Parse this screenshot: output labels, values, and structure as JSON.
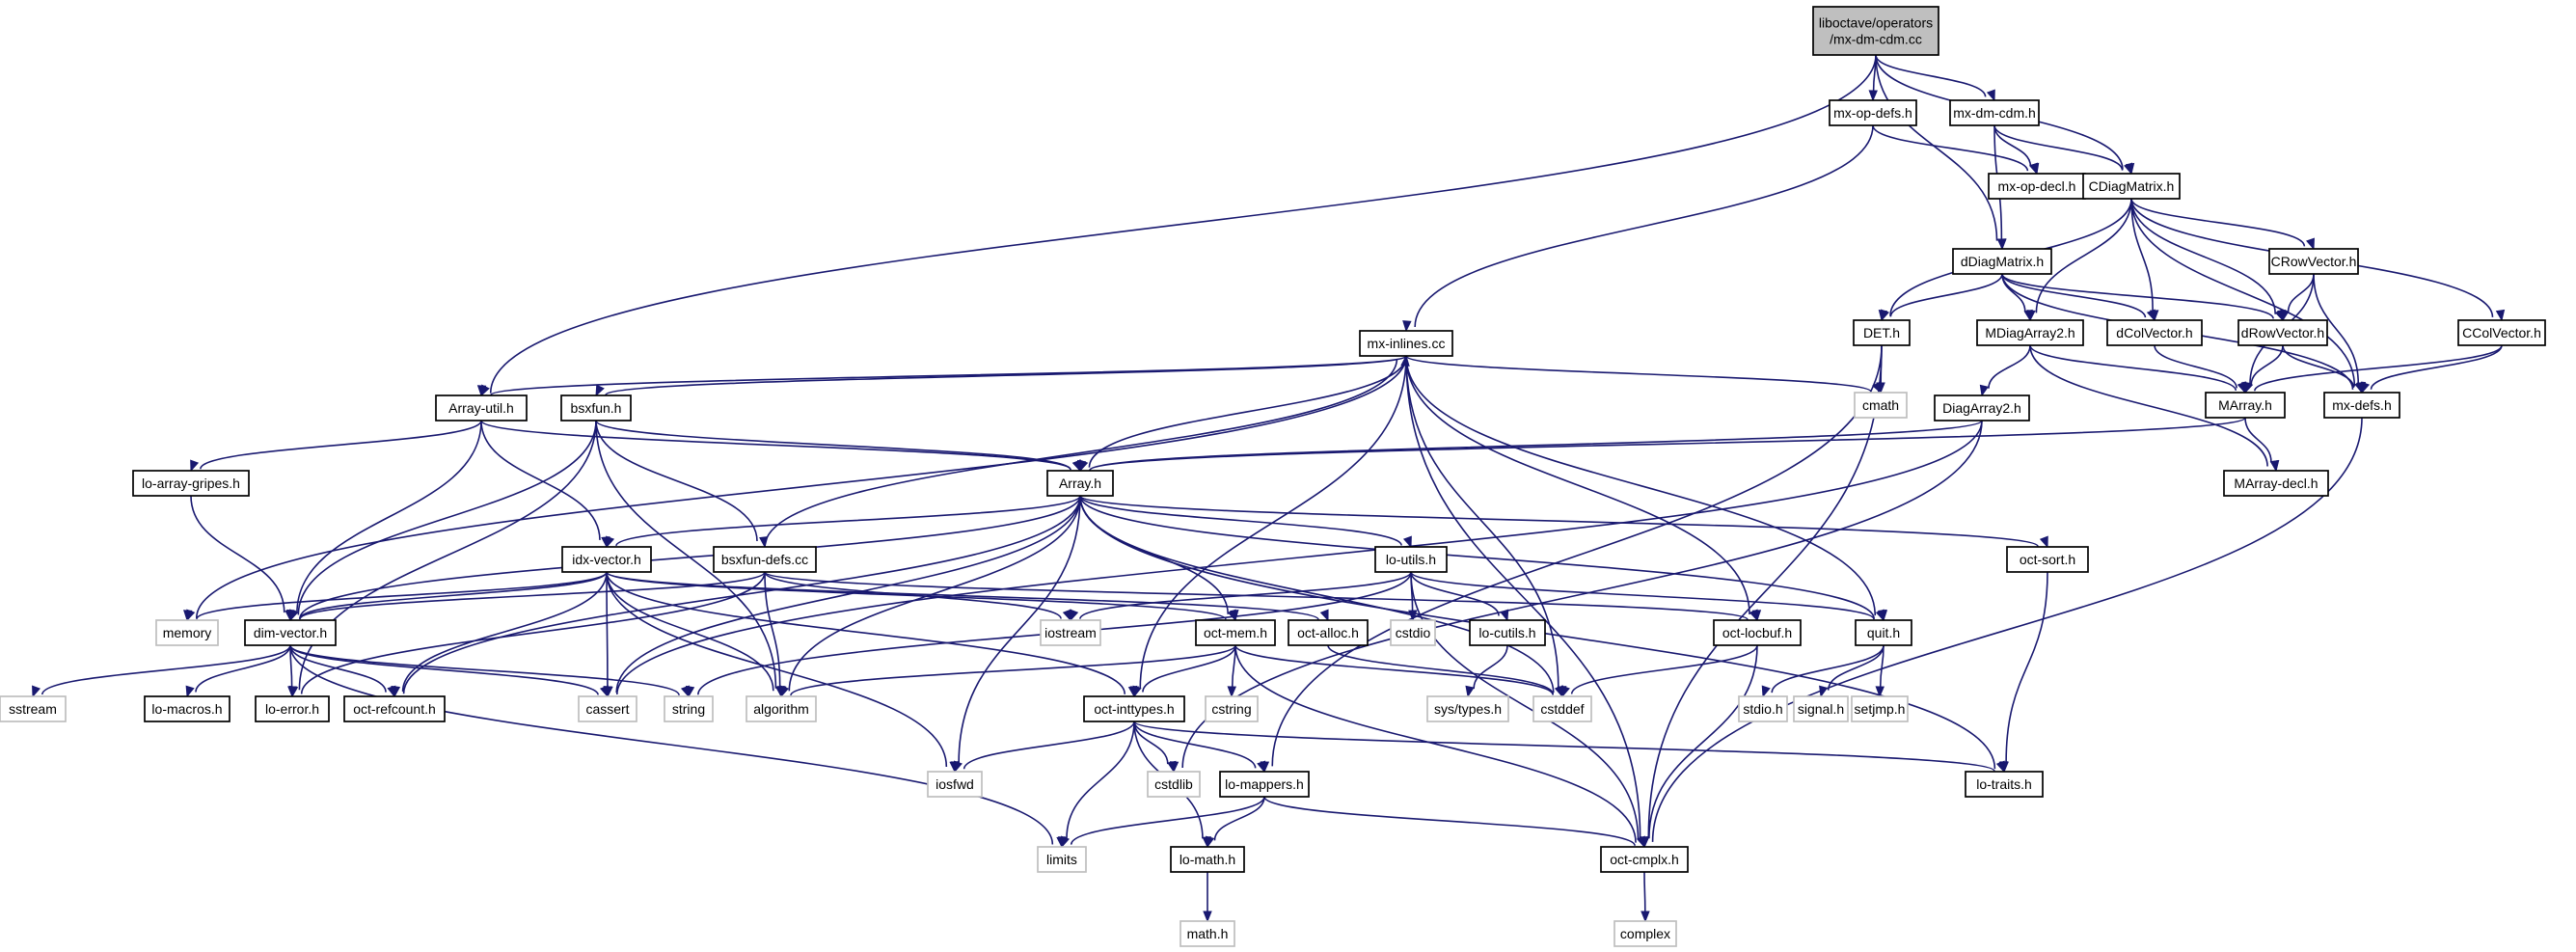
{
  "colors": {
    "edge": "#191970",
    "root_fill": "#bfbfbf",
    "node_border": "#000000",
    "system_border": "#bfbfbf"
  },
  "nodes": [
    {
      "id": "root",
      "lines": [
        "liboctave/operators",
        "/mx-dm-cdm.cc"
      ],
      "style": "root"
    },
    {
      "id": "mxopdefs",
      "lines": [
        "mx-op-defs.h"
      ],
      "style": "normal"
    },
    {
      "id": "mxdmcdm",
      "lines": [
        "mx-dm-cdm.h"
      ],
      "style": "normal"
    },
    {
      "id": "mxopdecl",
      "lines": [
        "mx-op-decl.h"
      ],
      "style": "normal"
    },
    {
      "id": "cdiag",
      "lines": [
        "CDiagMatrix.h"
      ],
      "style": "normal"
    },
    {
      "id": "ddiag",
      "lines": [
        "dDiagMatrix.h"
      ],
      "style": "normal"
    },
    {
      "id": "crowvec",
      "lines": [
        "CRowVector.h"
      ],
      "style": "normal"
    },
    {
      "id": "det",
      "lines": [
        "DET.h"
      ],
      "style": "normal"
    },
    {
      "id": "mdiag2",
      "lines": [
        "MDiagArray2.h"
      ],
      "style": "normal"
    },
    {
      "id": "dcolvec",
      "lines": [
        "dColVector.h"
      ],
      "style": "normal"
    },
    {
      "id": "drowvec",
      "lines": [
        "dRowVector.h"
      ],
      "style": "normal"
    },
    {
      "id": "ccolvec",
      "lines": [
        "CColVector.h"
      ],
      "style": "normal"
    },
    {
      "id": "mxinlines",
      "lines": [
        "mx-inlines.cc"
      ],
      "style": "normal"
    },
    {
      "id": "cmath",
      "lines": [
        "cmath"
      ],
      "style": "sys"
    },
    {
      "id": "marray",
      "lines": [
        "MArray.h"
      ],
      "style": "normal"
    },
    {
      "id": "mxdefs",
      "lines": [
        "mx-defs.h"
      ],
      "style": "normal"
    },
    {
      "id": "arrayutil",
      "lines": [
        "Array-util.h"
      ],
      "style": "normal"
    },
    {
      "id": "bsxfun",
      "lines": [
        "bsxfun.h"
      ],
      "style": "normal"
    },
    {
      "id": "diagarr2",
      "lines": [
        "DiagArray2.h"
      ],
      "style": "normal"
    },
    {
      "id": "loarraygripes",
      "lines": [
        "lo-array-gripes.h"
      ],
      "style": "normal"
    },
    {
      "id": "array",
      "lines": [
        "Array.h"
      ],
      "style": "normal"
    },
    {
      "id": "marraydecl",
      "lines": [
        "MArray-decl.h"
      ],
      "style": "normal"
    },
    {
      "id": "idxvec",
      "lines": [
        "idx-vector.h"
      ],
      "style": "normal"
    },
    {
      "id": "bsxfundefs",
      "lines": [
        "bsxfun-defs.cc"
      ],
      "style": "normal"
    },
    {
      "id": "loutils",
      "lines": [
        "lo-utils.h"
      ],
      "style": "normal"
    },
    {
      "id": "octsort",
      "lines": [
        "oct-sort.h"
      ],
      "style": "normal"
    },
    {
      "id": "memory",
      "lines": [
        "memory"
      ],
      "style": "sys"
    },
    {
      "id": "dimvec",
      "lines": [
        "dim-vector.h"
      ],
      "style": "normal"
    },
    {
      "id": "iostream",
      "lines": [
        "iostream"
      ],
      "style": "sys"
    },
    {
      "id": "octmem",
      "lines": [
        "oct-mem.h"
      ],
      "style": "normal"
    },
    {
      "id": "octalloc",
      "lines": [
        "oct-alloc.h"
      ],
      "style": "normal"
    },
    {
      "id": "cstdio",
      "lines": [
        "cstdio"
      ],
      "style": "sys"
    },
    {
      "id": "locutils",
      "lines": [
        "lo-cutils.h"
      ],
      "style": "normal"
    },
    {
      "id": "octlocbuf",
      "lines": [
        "oct-locbuf.h"
      ],
      "style": "normal"
    },
    {
      "id": "quit",
      "lines": [
        "quit.h"
      ],
      "style": "normal"
    },
    {
      "id": "sstream",
      "lines": [
        "sstream"
      ],
      "style": "sys"
    },
    {
      "id": "lomacros",
      "lines": [
        "lo-macros.h"
      ],
      "style": "normal"
    },
    {
      "id": "loerror",
      "lines": [
        "lo-error.h"
      ],
      "style": "normal"
    },
    {
      "id": "octrefcount",
      "lines": [
        "oct-refcount.h"
      ],
      "style": "normal"
    },
    {
      "id": "cassert",
      "lines": [
        "cassert"
      ],
      "style": "sys"
    },
    {
      "id": "string",
      "lines": [
        "string"
      ],
      "style": "sys"
    },
    {
      "id": "algorithm",
      "lines": [
        "algorithm"
      ],
      "style": "sys"
    },
    {
      "id": "octinttypes",
      "lines": [
        "oct-inttypes.h"
      ],
      "style": "normal"
    },
    {
      "id": "cstring",
      "lines": [
        "cstring"
      ],
      "style": "sys"
    },
    {
      "id": "cstddef",
      "lines": [
        "cstddef"
      ],
      "style": "sys"
    },
    {
      "id": "systypes",
      "lines": [
        "sys/types.h"
      ],
      "style": "sys"
    },
    {
      "id": "stdio",
      "lines": [
        "stdio.h"
      ],
      "style": "sys"
    },
    {
      "id": "signal",
      "lines": [
        "signal.h"
      ],
      "style": "sys"
    },
    {
      "id": "setjmp",
      "lines": [
        "setjmp.h"
      ],
      "style": "sys"
    },
    {
      "id": "iosfwd",
      "lines": [
        "iosfwd"
      ],
      "style": "sys"
    },
    {
      "id": "cstdlib",
      "lines": [
        "cstdlib"
      ],
      "style": "sys"
    },
    {
      "id": "lomappers",
      "lines": [
        "lo-mappers.h"
      ],
      "style": "normal"
    },
    {
      "id": "lotraits",
      "lines": [
        "lo-traits.h"
      ],
      "style": "normal"
    },
    {
      "id": "limits",
      "lines": [
        "limits"
      ],
      "style": "sys"
    },
    {
      "id": "lomath",
      "lines": [
        "lo-math.h"
      ],
      "style": "normal"
    },
    {
      "id": "octcmplx",
      "lines": [
        "oct-cmplx.h"
      ],
      "style": "normal"
    },
    {
      "id": "mathh",
      "lines": [
        "math.h"
      ],
      "style": "sys"
    },
    {
      "id": "complex",
      "lines": [
        "complex"
      ],
      "style": "sys"
    }
  ],
  "edges": [
    [
      "root",
      "mxopdefs"
    ],
    [
      "root",
      "mxdmcdm"
    ],
    [
      "root",
      "cdiag"
    ],
    [
      "root",
      "ddiag"
    ],
    [
      "root",
      "arrayutil"
    ],
    [
      "mxopdefs",
      "mxopdecl"
    ],
    [
      "mxopdefs",
      "mxinlines"
    ],
    [
      "mxdmcdm",
      "mxopdecl"
    ],
    [
      "mxdmcdm",
      "cdiag"
    ],
    [
      "mxdmcdm",
      "ddiag"
    ],
    [
      "cdiag",
      "det"
    ],
    [
      "cdiag",
      "mdiag2"
    ],
    [
      "cdiag",
      "dcolvec"
    ],
    [
      "cdiag",
      "drowvec"
    ],
    [
      "cdiag",
      "crowvec"
    ],
    [
      "cdiag",
      "ccolvec"
    ],
    [
      "cdiag",
      "mxdefs"
    ],
    [
      "ddiag",
      "det"
    ],
    [
      "ddiag",
      "mdiag2"
    ],
    [
      "ddiag",
      "dcolvec"
    ],
    [
      "ddiag",
      "drowvec"
    ],
    [
      "ddiag",
      "mxdefs"
    ],
    [
      "crowvec",
      "drowvec"
    ],
    [
      "crowvec",
      "marray"
    ],
    [
      "crowvec",
      "mxdefs"
    ],
    [
      "ccolvec",
      "marray"
    ],
    [
      "ccolvec",
      "mxdefs"
    ],
    [
      "det",
      "cmath"
    ],
    [
      "det",
      "lomappers"
    ],
    [
      "det",
      "octcmplx"
    ],
    [
      "mdiag2",
      "diagarr2"
    ],
    [
      "mdiag2",
      "marray"
    ],
    [
      "mdiag2",
      "marraydecl"
    ],
    [
      "dcolvec",
      "marray"
    ],
    [
      "drowvec",
      "marray"
    ],
    [
      "drowvec",
      "mxdefs"
    ],
    [
      "mxdefs",
      "octcmplx"
    ],
    [
      "marray",
      "array"
    ],
    [
      "marray",
      "marraydecl"
    ],
    [
      "diagarr2",
      "array"
    ],
    [
      "diagarr2",
      "cassert"
    ],
    [
      "diagarr2",
      "cstdlib"
    ],
    [
      "mxinlines",
      "cmath"
    ],
    [
      "mxinlines",
      "cstddef"
    ],
    [
      "mxinlines",
      "quit"
    ],
    [
      "mxinlines",
      "octcmplx"
    ],
    [
      "mxinlines",
      "octlocbuf"
    ],
    [
      "mxinlines",
      "octinttypes"
    ],
    [
      "mxinlines",
      "array"
    ],
    [
      "mxinlines",
      "arrayutil"
    ],
    [
      "mxinlines",
      "bsxfun"
    ],
    [
      "mxinlines",
      "memory"
    ],
    [
      "arrayutil",
      "array"
    ],
    [
      "arrayutil",
      "dimvec"
    ],
    [
      "arrayutil",
      "idxvec"
    ],
    [
      "arrayutil",
      "loarraygripes"
    ],
    [
      "bsxfun",
      "array"
    ],
    [
      "bsxfun",
      "dimvec"
    ],
    [
      "bsxfun",
      "bsxfundefs"
    ],
    [
      "bsxfun",
      "loerror"
    ],
    [
      "bsxfun",
      "algorithm"
    ],
    [
      "loarraygripes",
      "dimvec"
    ],
    [
      "array",
      "dimvec"
    ],
    [
      "array",
      "idxvec"
    ],
    [
      "array",
      "loutils"
    ],
    [
      "array",
      "octsort"
    ],
    [
      "array",
      "quit"
    ],
    [
      "array",
      "lotraits"
    ],
    [
      "array",
      "octmem"
    ],
    [
      "array",
      "cassert"
    ],
    [
      "array",
      "algorithm"
    ],
    [
      "array",
      "iosfwd"
    ],
    [
      "array",
      "cstddef"
    ],
    [
      "array",
      "octrefcount"
    ],
    [
      "idxvec",
      "dimvec"
    ],
    [
      "idxvec",
      "octinttypes"
    ],
    [
      "idxvec",
      "octalloc"
    ],
    [
      "idxvec",
      "octmem"
    ],
    [
      "idxvec",
      "memory"
    ],
    [
      "idxvec",
      "cassert"
    ],
    [
      "idxvec",
      "algorithm"
    ],
    [
      "idxvec",
      "iosfwd"
    ],
    [
      "idxvec",
      "octrefcount"
    ],
    [
      "bsxfundefs",
      "mxinlines"
    ],
    [
      "bsxfundefs",
      "dimvec"
    ],
    [
      "bsxfundefs",
      "octlocbuf"
    ],
    [
      "bsxfundefs",
      "iostream"
    ],
    [
      "bsxfundefs",
      "algorithm"
    ],
    [
      "bsxfundefs",
      "loerror"
    ],
    [
      "loutils",
      "quit"
    ],
    [
      "loutils",
      "iostream"
    ],
    [
      "loutils",
      "cstdio"
    ],
    [
      "loutils",
      "locutils"
    ],
    [
      "loutils",
      "octcmplx"
    ],
    [
      "loutils",
      "string"
    ],
    [
      "octsort",
      "lotraits"
    ],
    [
      "dimvec",
      "sstream"
    ],
    [
      "dimvec",
      "lomacros"
    ],
    [
      "dimvec",
      "loerror"
    ],
    [
      "dimvec",
      "octrefcount"
    ],
    [
      "dimvec",
      "cassert"
    ],
    [
      "dimvec",
      "string"
    ],
    [
      "dimvec",
      "limits"
    ],
    [
      "octmem",
      "cstring"
    ],
    [
      "octmem",
      "cstddef"
    ],
    [
      "octmem",
      "octinttypes"
    ],
    [
      "octmem",
      "algorithm"
    ],
    [
      "octmem",
      "octcmplx"
    ],
    [
      "octalloc",
      "cstddef"
    ],
    [
      "locutils",
      "systypes"
    ],
    [
      "octlocbuf",
      "cstddef"
    ],
    [
      "octlocbuf",
      "octcmplx"
    ],
    [
      "quit",
      "stdio"
    ],
    [
      "quit",
      "signal"
    ],
    [
      "quit",
      "setjmp"
    ],
    [
      "octinttypes",
      "limits"
    ],
    [
      "octinttypes",
      "iosfwd"
    ],
    [
      "octinttypes",
      "cstdlib"
    ],
    [
      "octinttypes",
      "lomappers"
    ],
    [
      "octinttypes",
      "lomath"
    ],
    [
      "octinttypes",
      "lotraits"
    ],
    [
      "lomappers",
      "lomath"
    ],
    [
      "lomappers",
      "octcmplx"
    ],
    [
      "lomappers",
      "limits"
    ],
    [
      "lomath",
      "mathh"
    ],
    [
      "octcmplx",
      "complex"
    ]
  ]
}
